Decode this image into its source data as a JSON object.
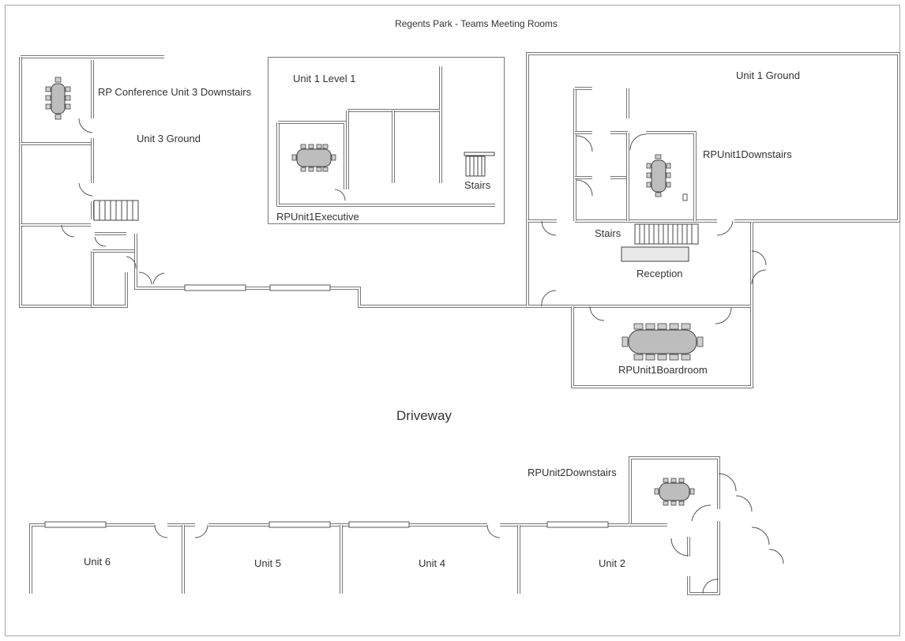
{
  "title": "Regents Park - Teams Meeting Rooms",
  "labels": {
    "rp_conf_unit3": "RP Conference Unit 3 Downstairs",
    "unit3_ground": "Unit 3 Ground",
    "unit1_level1": "Unit 1 Level 1",
    "stairs_level1": "Stairs",
    "rpunit1executive": "RPUnit1Executive",
    "unit1_ground": "Unit 1 Ground",
    "rpunit1downstairs": "RPUnit1Downstairs",
    "stairs_ground": "Stairs",
    "reception": "Reception",
    "rpunit1boardroom": "RPUnit1Boardroom",
    "driveway": "Driveway",
    "rpunit2downstairs": "RPUnit2Downstairs",
    "unit6": "Unit 6",
    "unit5": "Unit 5",
    "unit4": "Unit 4",
    "unit2": "Unit 2"
  },
  "colors": {
    "wall": "#777777",
    "text": "#333333",
    "table": "#bdbdbd"
  }
}
